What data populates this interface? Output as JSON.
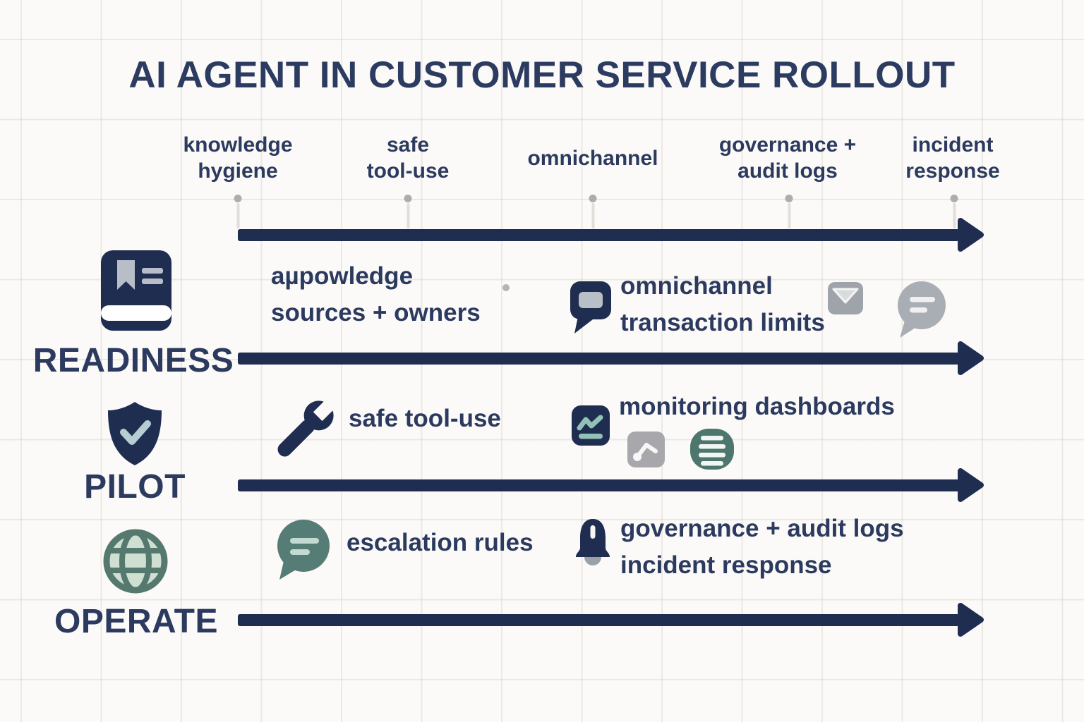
{
  "title": "AI AGENT IN CUSTOMER SERVICE ROLLOUT",
  "timeline": {
    "milestones": [
      {
        "line1": "knowledge",
        "line2": "hygiene"
      },
      {
        "line1": "safe",
        "line2": "tool-use"
      },
      {
        "line1": "omnichannel",
        "line2": ""
      },
      {
        "line1": "governance +",
        "line2": "audit logs"
      },
      {
        "line1": "incident",
        "line2": "response"
      }
    ]
  },
  "rows": [
    {
      "label": "READINESS",
      "icon": "book-icon",
      "items": [
        {
          "line1": "aµpowledge",
          "line2": "sources + owners"
        },
        {
          "line1": "omnichannel",
          "line2": "transaction limits"
        }
      ]
    },
    {
      "label": "PILOT",
      "icon": "shield-check-icon",
      "items": [
        {
          "line1": "safe tool-use",
          "line2": ""
        },
        {
          "line1": "monitoring dashboards",
          "line2": ""
        }
      ]
    },
    {
      "label": "OPERATE",
      "icon": "globe-icon",
      "items": [
        {
          "line1": "escalation rules",
          "line2": ""
        },
        {
          "line1": "governance + audit logs",
          "line2": "incident response"
        }
      ]
    }
  ],
  "colors": {
    "background": "#fbfaf8",
    "navy_ink": "#1f2d50",
    "text_navy": "#2b3a5e",
    "teal": "#557d76",
    "teal_light": "#cfe0d3",
    "teal_list": "#4d766d",
    "zigzag_teal": "#92c1b7",
    "gray_icon": "#a5aab1",
    "bookmark_gray": "#b7bec7",
    "tick_dot": "#adadad",
    "tick_line": "#e2deda"
  }
}
